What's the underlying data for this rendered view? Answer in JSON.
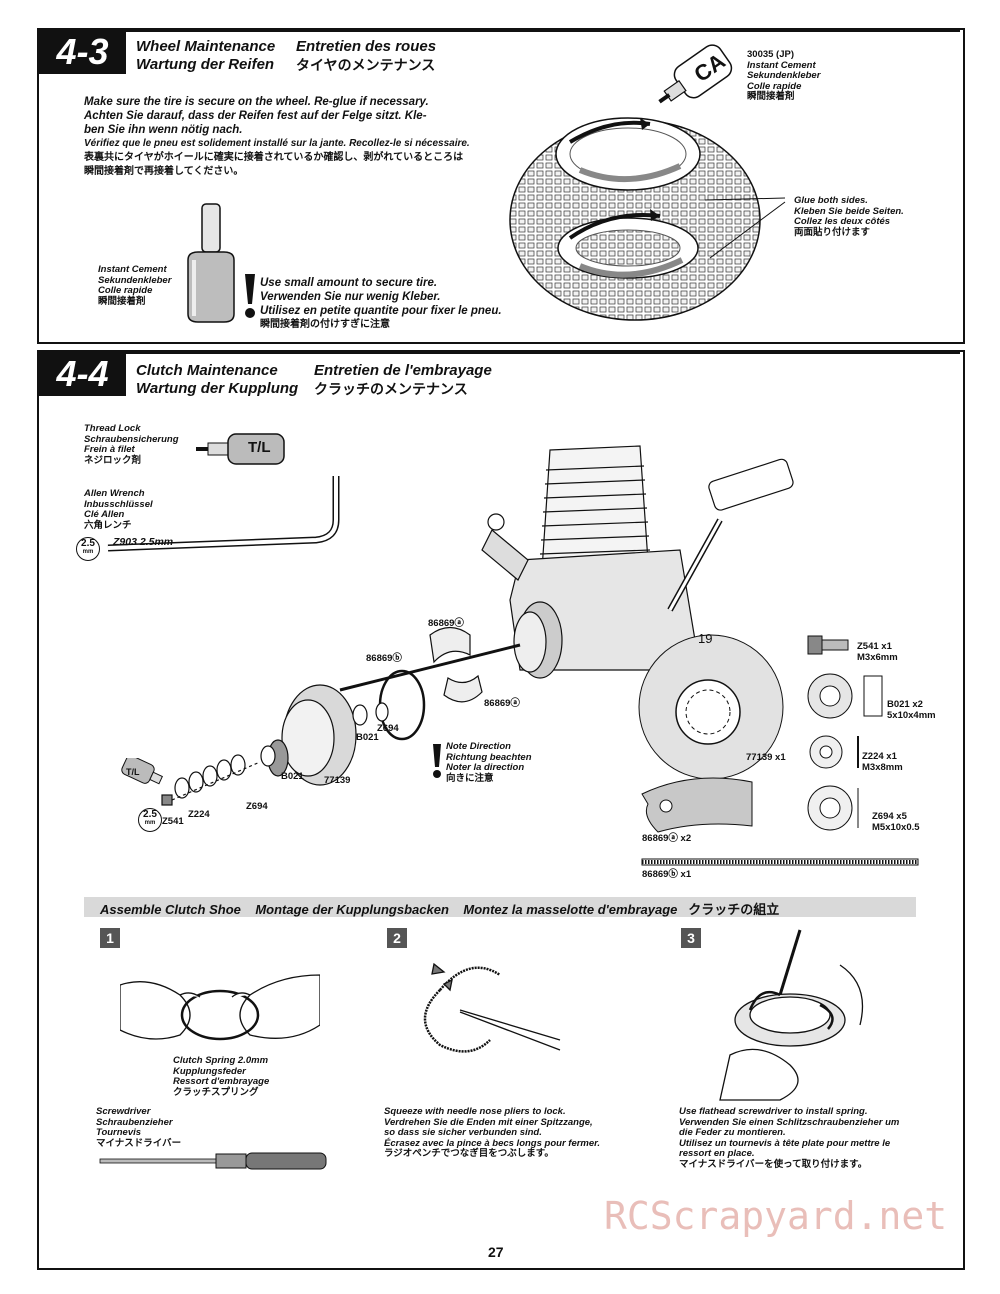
{
  "page_number": "27",
  "watermark": "RCScrapyard.net",
  "s43": {
    "number": "4-3",
    "title_en": "Wheel Maintenance",
    "title_fr": "Entretien des roues",
    "title_de": "Wartung der Reifen",
    "title_jp": "タイヤのメンテナンス",
    "inst_en": "Make sure the tire is secure on the wheel. Re-glue if necessary.",
    "inst_de_1": "Achten Sie darauf, dass der Reifen fest auf der Felge sitzt. Kle-",
    "inst_de_2": "ben Sie ihn wenn nötig nach.",
    "inst_fr": "Vérifiez que le pneu est solidement installé sur la jante. Recollez-le si nécessaire.",
    "inst_jp_1": "表裏共にタイヤがホイールに確実に接着されているか確認し、剥がれているところは",
    "inst_jp_2": "瞬間接着剤で再接着してください。",
    "ca_label": "CA",
    "ca_part": "30035 (JP)",
    "ca_en": "Instant Cement",
    "ca_de": "Sekundenkleber",
    "ca_fr": "Colle rapide",
    "ca_jp": "瞬間接着剤",
    "bottle_en": "Instant Cement",
    "bottle_de": "Sekundenkleber",
    "bottle_fr": "Colle rapide",
    "bottle_jp": "瞬間接着剤",
    "warn_en": "Use small amount to secure tire.",
    "warn_de": "Verwenden Sie nur wenig Kleber.",
    "warn_fr": "Utilisez en petite quantite pour fixer le pneu.",
    "warn_jp": "瞬間接着剤の付けすぎに注意",
    "glue_en": "Glue both sides.",
    "glue_de": "Kleben Sie beide Seiten.",
    "glue_fr": "Collez les deux côtés",
    "glue_jp": "両面貼り付けます"
  },
  "s44": {
    "number": "4-4",
    "title_en": "Clutch Maintenance",
    "title_fr": "Entretien de l'embrayage",
    "title_de": "Wartung der Kupplung",
    "title_jp": "クラッチのメンテナンス",
    "tl_en": "Thread Lock",
    "tl_de": "Schraubensicherung",
    "tl_fr": "Frein à filet",
    "tl_jp": "ネジロック剤",
    "tl_tag": "T/L",
    "wrench_en": "Allen Wrench",
    "wrench_de": "Inbusschlüssel",
    "wrench_fr": "Clé Allen",
    "wrench_jp": "六角レンチ",
    "wrench_size_top": "2.5",
    "wrench_size_unit": "mm",
    "wrench_part": "Z903 2.5mm",
    "p_86869a_1": "86869ⓐ",
    "p_86869b": "86869ⓑ",
    "p_86869a_2": "86869ⓐ",
    "p_z694_1": "Z694",
    "p_b021_1": "B021",
    "p_b021_2": "B021",
    "p_77139": "77139",
    "p_z224": "Z224",
    "p_z694_2": "Z694",
    "p_z541": "Z541",
    "note_en": "Note Direction",
    "note_de": "Richtung beachten",
    "note_fr": "Noter la direction",
    "note_jp": "向きに注意",
    "gear_teeth": "19",
    "parts": {
      "z541": "Z541  x1",
      "z541_size": "M3x6mm",
      "b021": "B021  x2",
      "b021_size": "5x10x4mm",
      "z224": "Z224  x1",
      "z224_size": "M3x8mm",
      "z694": "Z694   x5",
      "z694_size": "M5x10x0.5",
      "bell": "77139  x1",
      "shoe": "86869ⓐ  x2",
      "spring": "86869ⓑ  x1"
    }
  },
  "assemble": {
    "heading_en": "Assemble Clutch Shoe",
    "heading_de": "Montage der Kupplungsbacken",
    "heading_fr": "Montez la masselotte d'embrayage",
    "heading_jp": "クラッチの組立",
    "step1": {
      "num": "1",
      "spring_en": "Clutch Spring 2.0mm",
      "spring_de": "Kupplungsfeder",
      "spring_fr": "Ressort d'embrayage",
      "spring_jp": "クラッチスプリング",
      "tool_en": "Screwdriver",
      "tool_de": "Schraubenzieher",
      "tool_fr": "Tournevis",
      "tool_jp": "マイナスドライバー"
    },
    "step2": {
      "num": "2",
      "en": "Squeeze with needle nose pliers to lock.",
      "de_1": "Verdrehen Sie die Enden mit einer Spitzzange,",
      "de_2": "so dass sie sicher verbunden sind.",
      "fr": "Écrasez avec la pince à becs longs pour fermer.",
      "jp": "ラジオペンチでつなぎ目をつぶします。"
    },
    "step3": {
      "num": "3",
      "en": "Use flathead screwdriver to install spring.",
      "de_1": "Verwenden Sie einen Schlitzschraubenzieher um",
      "de_2": "die Feder zu montieren.",
      "fr_1": "Utilisez un tournevis à tête plate pour mettre le",
      "fr_2": "ressort en place.",
      "jp": "マイナスドライバーを使って取り付けます。"
    }
  }
}
